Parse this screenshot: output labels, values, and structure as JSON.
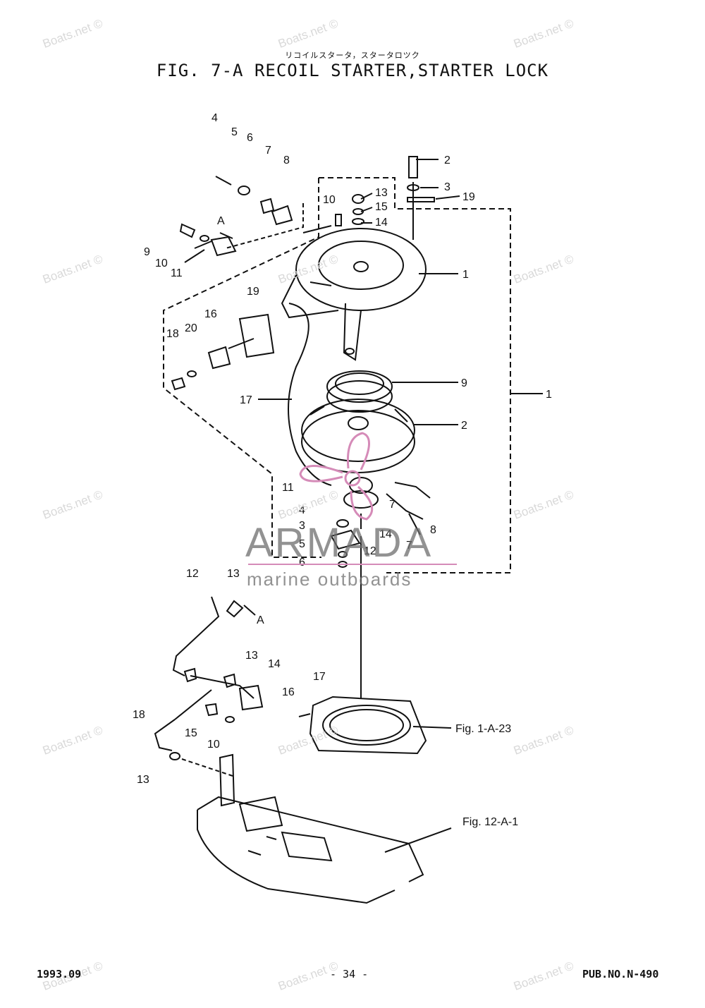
{
  "header": {
    "japanese_title": "リコイルスタータ，スタータロツク",
    "title": "FIG.  7-A RECOIL STARTER,STARTER LOCK"
  },
  "diagram": {
    "part_numbers": [
      "4",
      "5",
      "6",
      "7",
      "8",
      "2",
      "3",
      "19",
      "10",
      "13",
      "15",
      "14",
      "9",
      "10",
      "11",
      "1",
      "19",
      "16",
      "20",
      "18",
      "9",
      "1",
      "17",
      "2",
      "11",
      "4",
      "3",
      "5",
      "6",
      "14",
      "12",
      "7",
      "7",
      "8",
      "12",
      "13",
      "13",
      "14",
      "18",
      "15",
      "10",
      "13",
      "17",
      "16"
    ],
    "cross_ref_1": "Fig. 1-A-23",
    "cross_ref_2": "Fig. 12-A-1",
    "link_marker_1": "A",
    "link_marker_2": "A"
  },
  "watermarks": {
    "site": "Boats.net ©",
    "brand": "ARMADA",
    "brand_sub": "marine outboards"
  },
  "footer": {
    "date": "1993.09",
    "page": "- 34 -",
    "pub": "PUB.NO.N-490"
  },
  "colors": {
    "ink": "#111111",
    "brand_pink": "#d58bb8"
  }
}
